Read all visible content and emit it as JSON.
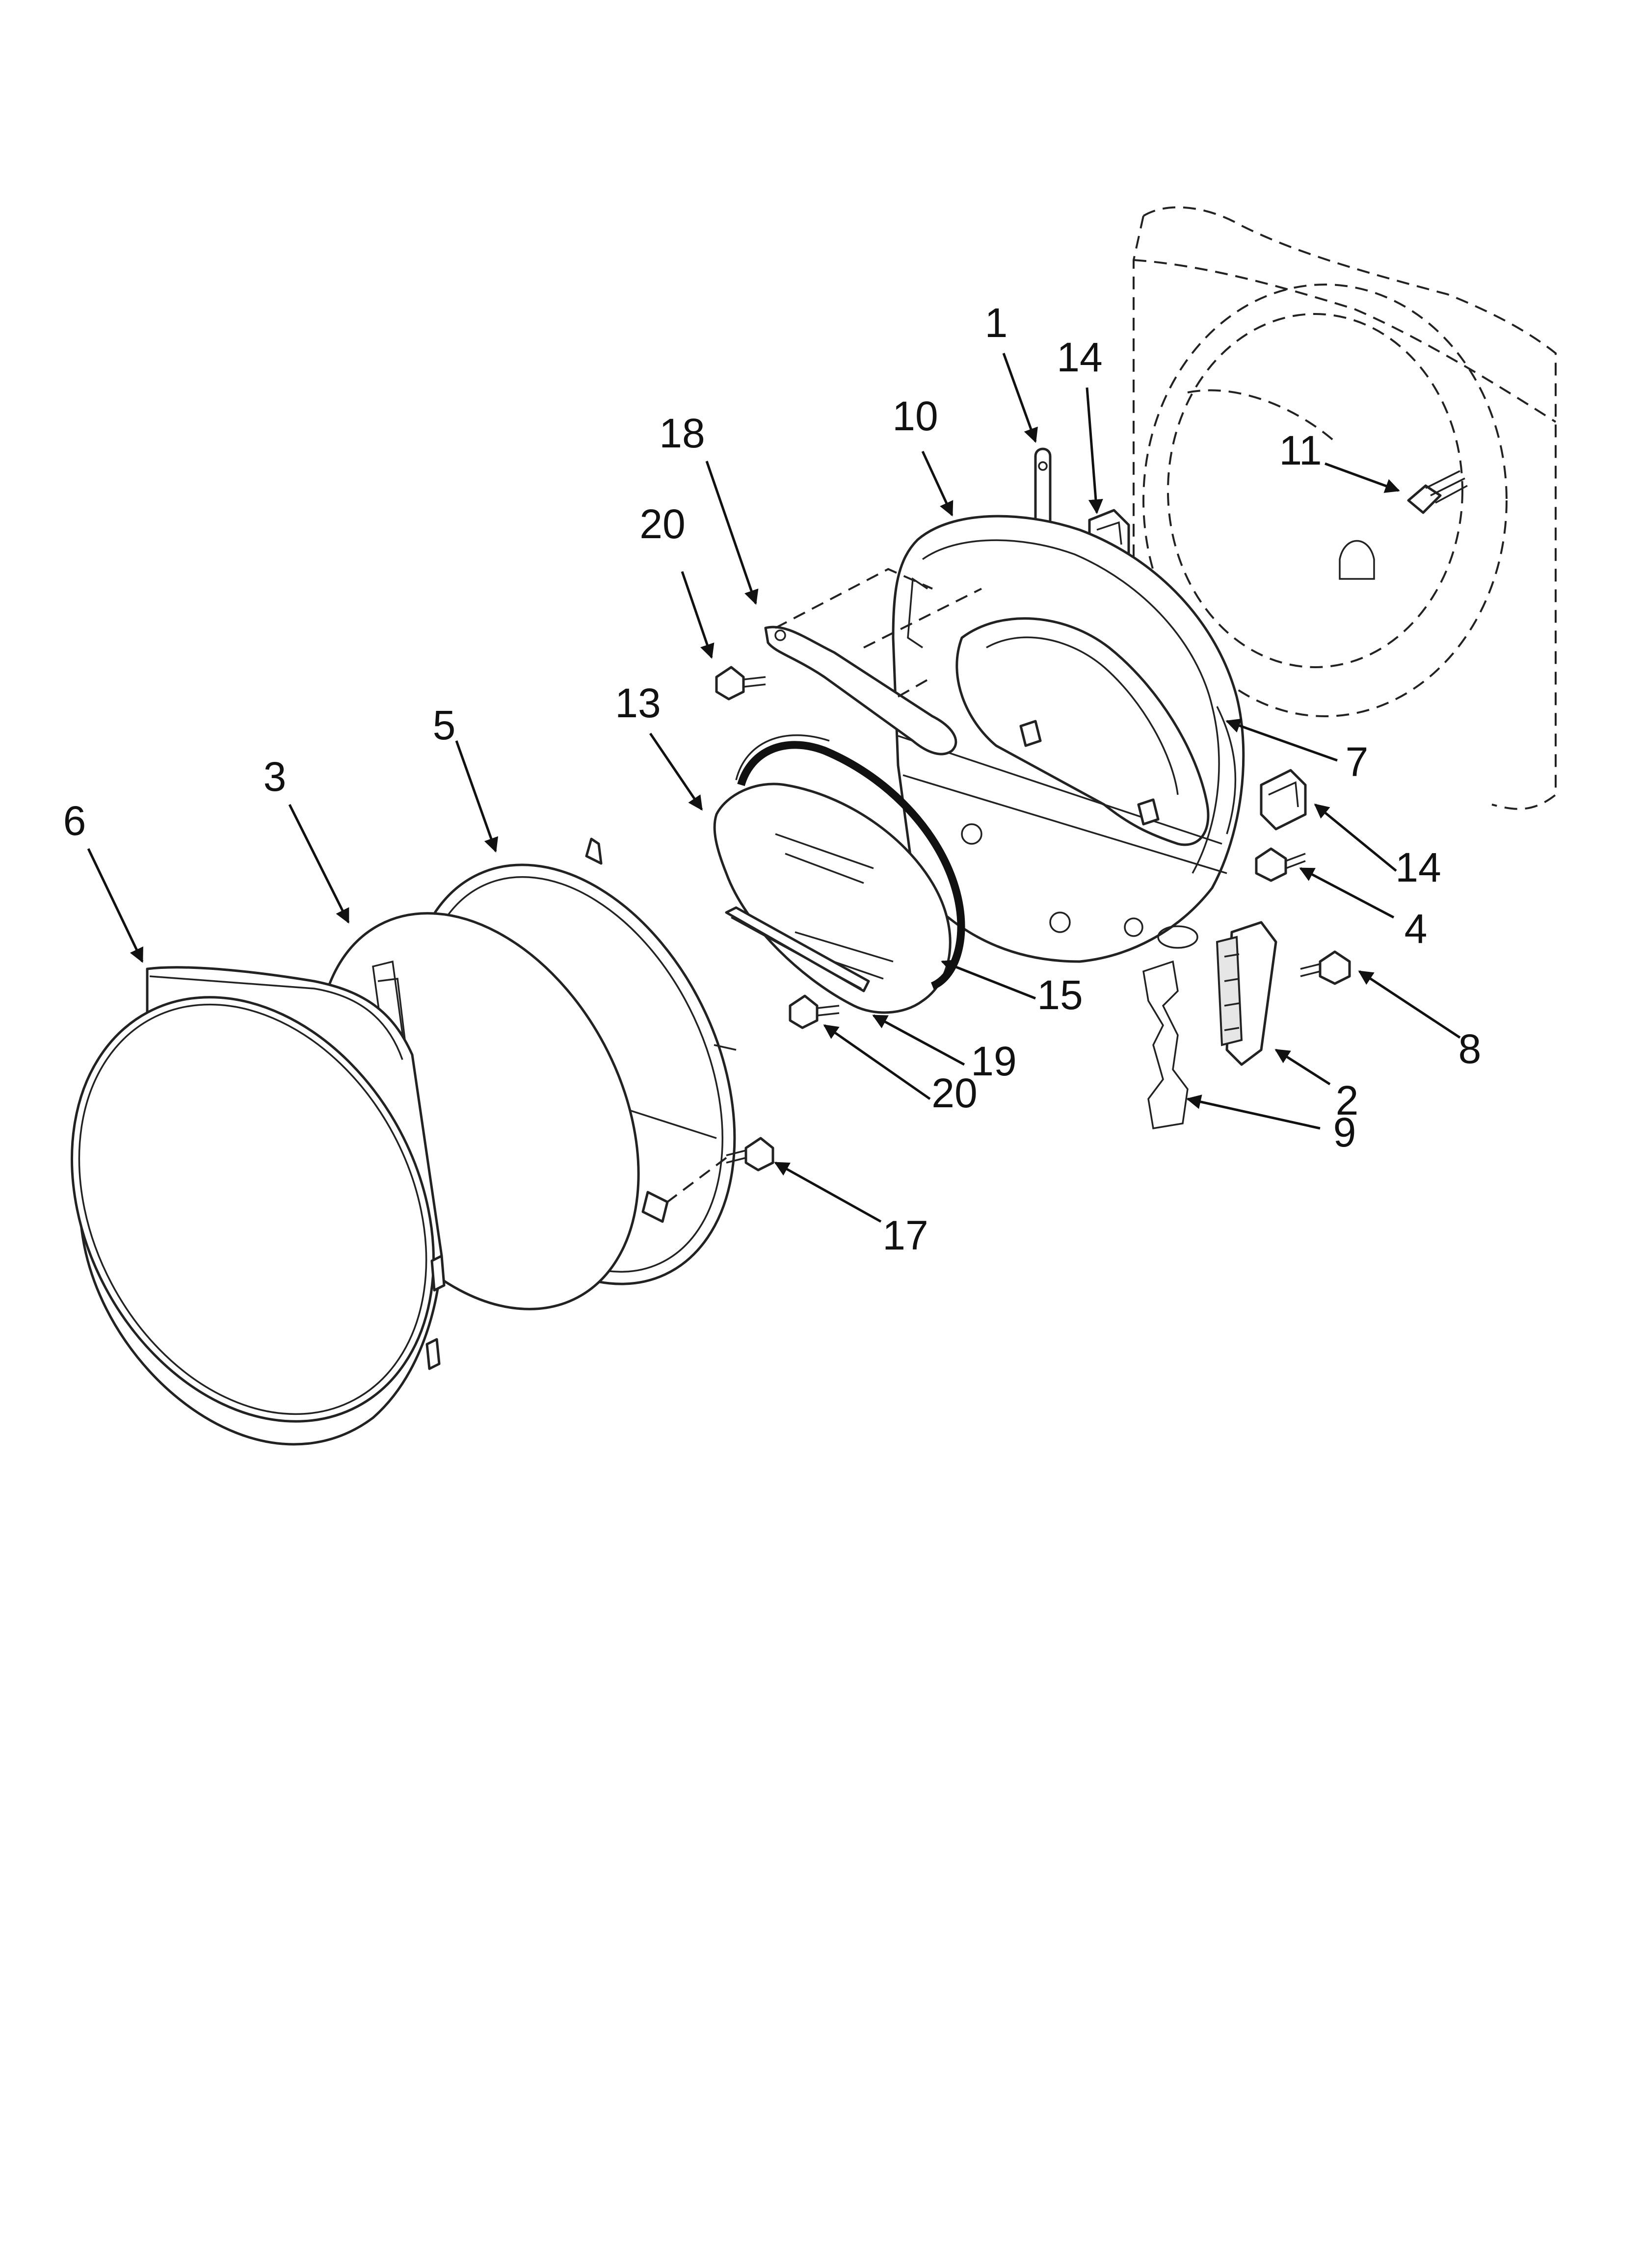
{
  "diagram": {
    "callouts": [
      "1",
      "2",
      "3",
      "4",
      "5",
      "6",
      "7",
      "8",
      "9",
      "10",
      "11",
      "13",
      "14",
      "14",
      "15",
      "17",
      "18",
      "19",
      "20",
      "20"
    ]
  }
}
